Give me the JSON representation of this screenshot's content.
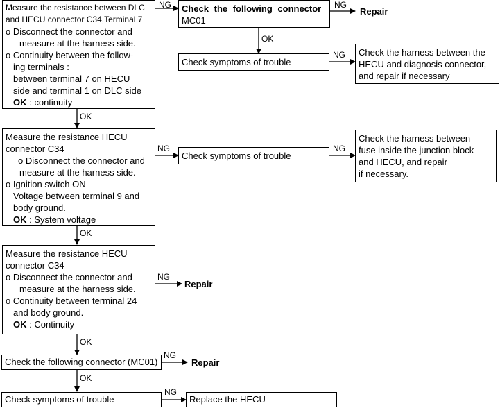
{
  "box1": {
    "lines": [
      "Measure the resistance between DLC",
      "and HECU connector C34,Terminal 7",
      "o Disconnect the connector and",
      "measure at the harness side.",
      "o Continuity between the follow-",
      "ing terminals :",
      "between terminal 7 on HECU",
      "side and terminal 1 on DLC side"
    ],
    "ok_key": "OK",
    "ok_val": ": continuity"
  },
  "box_connector": {
    "title": "Check the following connector",
    "code": "MC01"
  },
  "box_symptoms1": "Check symptoms of trouble",
  "box_harness1": [
    "Check the harness between the",
    "HECU and diagnosis connector,",
    "and repair if necessary"
  ],
  "box2": {
    "lines": [
      "Measure the resistance HECU",
      "connector C34",
      "o Disconnect the connector and",
      "measure at the harness side.",
      "o Ignition switch ON",
      "Voltage between terminal 9 and",
      "body ground."
    ],
    "ok_key": "OK",
    "ok_val": ": System voltage"
  },
  "box_symptoms2": "Check symptoms of trouble",
  "box_harness2": [
    "Check the harness between",
    "fuse inside the junction block",
    "and HECU, and repair",
    "if necessary."
  ],
  "box3": {
    "lines": [
      "Measure the resistance HECU",
      "connector C34",
      "o Disconnect the connector and",
      "measure at the harness side.",
      "o Continuity between terminal 24",
      "and body ground."
    ],
    "ok_key": "OK",
    "ok_val": ": Continuity"
  },
  "box4": "Check the following connector (MC01)",
  "box5": "Check symptoms of trouble",
  "box6": "Replace the HECU",
  "labels": {
    "ng": "NG",
    "ok": "OK",
    "repair": "Repair"
  }
}
